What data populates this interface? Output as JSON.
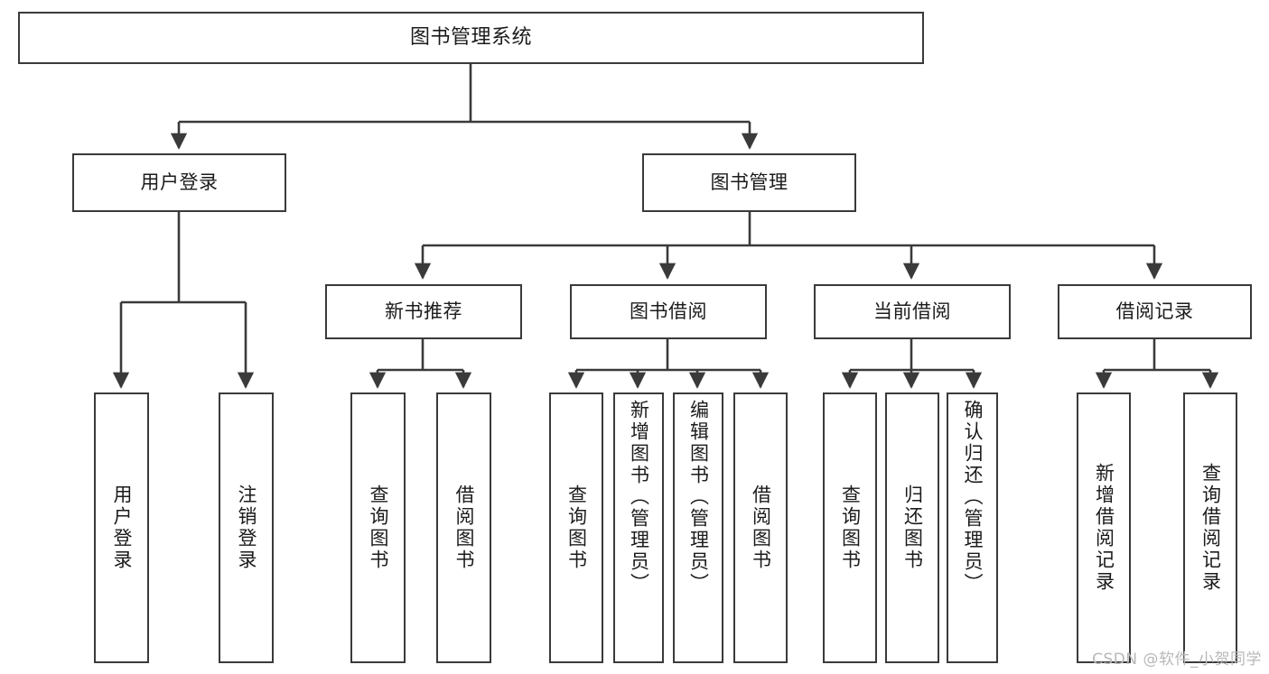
{
  "diagram": {
    "title": "图书管理系统",
    "type": "功能结构图",
    "stroke_color": "#3a3a3a",
    "fill_color": "#ffffff",
    "text_color": "#1b1b1b",
    "watermark": "CSDN @软件_小贺同学",
    "root": {
      "label": "图书管理系统"
    },
    "level1": [
      {
        "label": "用户登录"
      },
      {
        "label": "图书管理"
      }
    ],
    "level2": [
      {
        "label": "新书推荐"
      },
      {
        "label": "图书借阅"
      },
      {
        "label": "当前借阅"
      },
      {
        "label": "借阅记录"
      }
    ],
    "leaves": {
      "user_login": [
        {
          "label": "用户登录"
        },
        {
          "label": "注销登录"
        }
      ],
      "new_books": [
        {
          "label": "查询图书"
        },
        {
          "label": "借阅图书"
        }
      ],
      "book_borrow": [
        {
          "label": "查询图书"
        },
        {
          "label": "新增图书（管理员）"
        },
        {
          "label": "编辑图书（管理员）"
        },
        {
          "label": "借阅图书"
        }
      ],
      "current_borrow": [
        {
          "label": "查询图书"
        },
        {
          "label": "归还图书"
        },
        {
          "label": "确认归还（管理员）"
        }
      ],
      "borrow_record": [
        {
          "label": "新增借阅记录"
        },
        {
          "label": "查询借阅记录"
        }
      ]
    }
  }
}
